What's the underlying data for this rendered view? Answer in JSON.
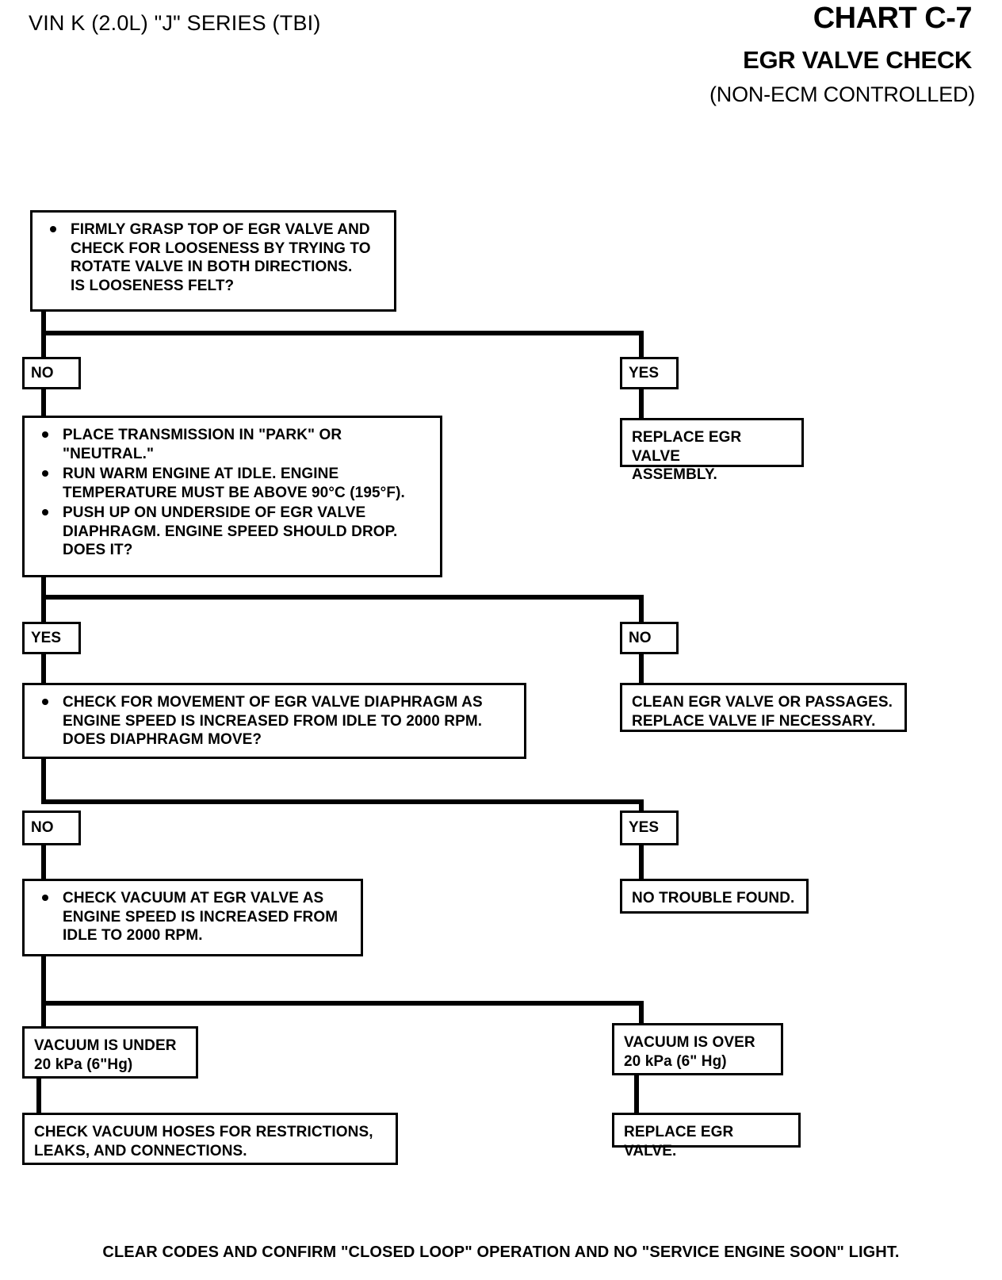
{
  "header": {
    "vin": "VIN K (2.0L) \"J\" SERIES (TBI)",
    "chart_number": "CHART C-7",
    "title": "EGR VALVE CHECK",
    "subtitle": "(NON-ECM CONTROLLED)"
  },
  "steps": {
    "step1": {
      "bullets": [
        "FIRMLY GRASP TOP OF EGR VALVE AND\nCHECK FOR LOOSENESS BY TRYING TO\nROTATE VALVE IN BOTH DIRECTIONS.\nIS LOOSENESS FELT?"
      ]
    },
    "step2": {
      "bullets": [
        "PLACE TRANSMISSION IN \"PARK\" OR\n\"NEUTRAL.\"",
        "RUN WARM ENGINE AT IDLE.  ENGINE\nTEMPERATURE MUST BE  ABOVE 90°C (195°F).",
        "PUSH UP ON UNDERSIDE OF EGR VALVE\nDIAPHRAGM.  ENGINE SPEED SHOULD DROP.\nDOES IT?"
      ]
    },
    "step3": {
      "bullets": [
        "CHECK FOR MOVEMENT OF EGR VALVE DIAPHRAGM AS\nENGINE SPEED IS INCREASED FROM IDLE TO 2000 RPM.\nDOES DIAPHRAGM MOVE?"
      ]
    },
    "step4": {
      "bullets": [
        "CHECK VACUUM AT EGR VALVE AS\nENGINE SPEED IS INCREASED FROM\nIDLE TO 2000 RPM."
      ]
    }
  },
  "decisions": {
    "d1_no": "NO",
    "d1_yes": "YES",
    "d2_yes": "YES",
    "d2_no": "NO",
    "d3_no": "NO",
    "d3_yes": "YES"
  },
  "results": {
    "replace_assembly": "REPLACE EGR VALVE\nASSEMBLY.",
    "clean_valve": "CLEAN EGR VALVE OR PASSAGES.\nREPLACE VALVE IF NECESSARY.",
    "no_trouble": "NO TROUBLE FOUND.",
    "vacuum_under": "VACUUM IS UNDER\n20 kPa (6\"Hg)",
    "vacuum_over": "VACUUM IS  OVER\n20 kPa (6\" Hg)",
    "check_hoses": "CHECK VACUUM HOSES FOR RESTRICTIONS,\nLEAKS, AND CONNECTIONS.",
    "replace_valve": "REPLACE EGR VALVE."
  },
  "footer": {
    "note": "CLEAR CODES AND CONFIRM \"CLOSED LOOP\" OPERATION AND NO \"SERVICE ENGINE SOON\" LIGHT."
  }
}
